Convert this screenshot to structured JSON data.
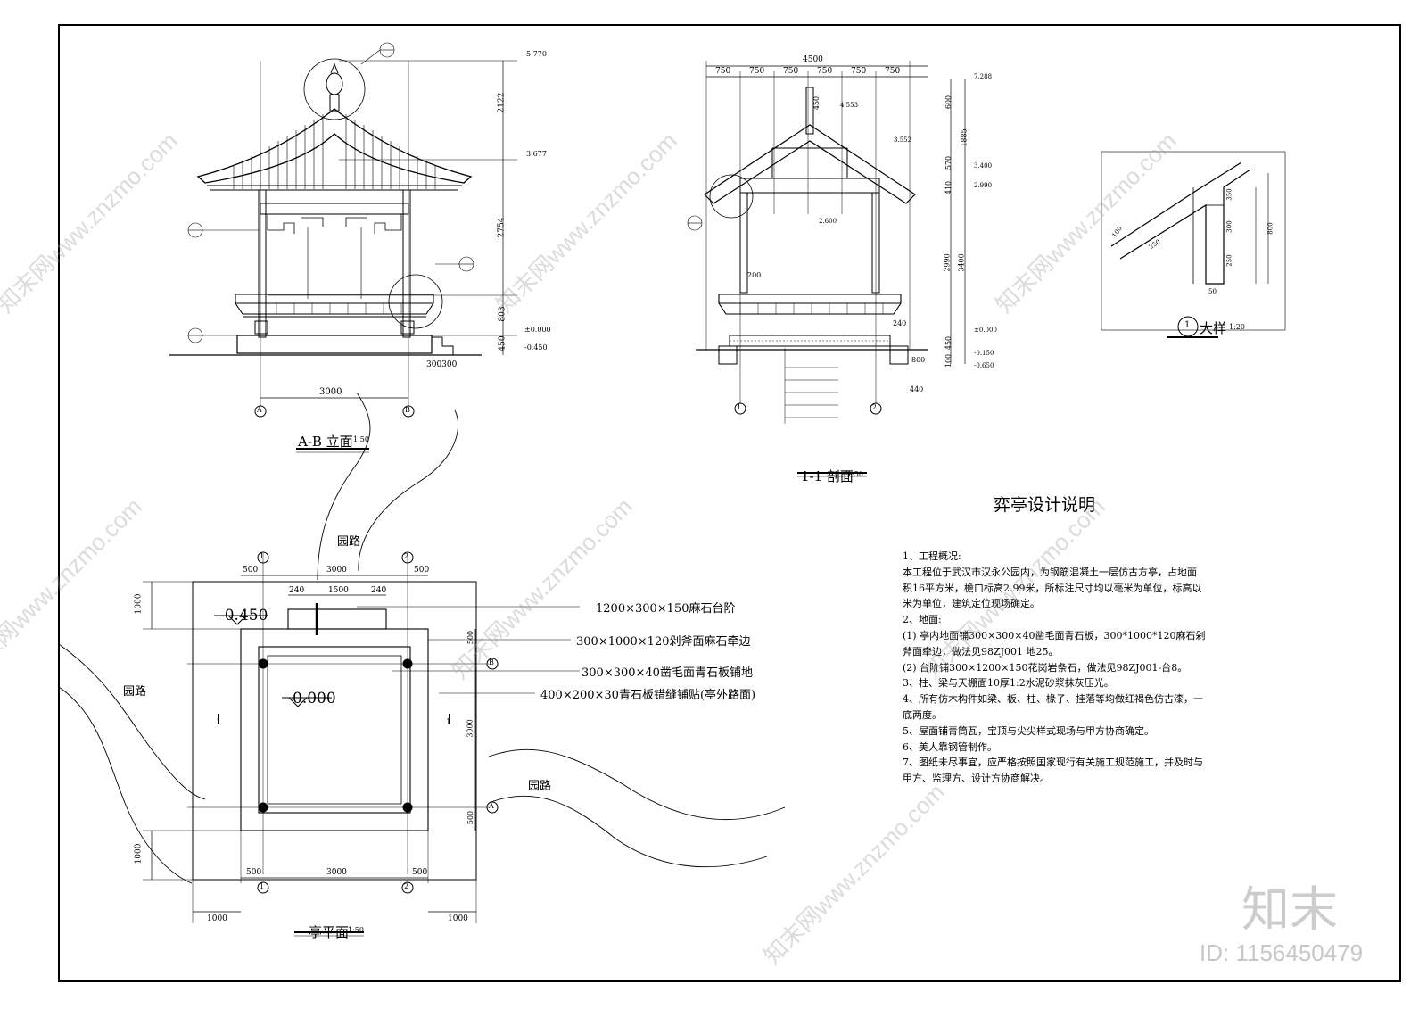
{
  "drawing": {
    "elevation": {
      "title": "A-B 立面",
      "scale": "1:50",
      "dims": {
        "top": "2122",
        "mid": "2754",
        "seat": "803",
        "base": "450",
        "width": "3000",
        "step": "300300"
      },
      "levels": {
        "top": "5.770",
        "eave": "3.677",
        "floor": "±0.000",
        "ground": "-0.450"
      },
      "axes": [
        "A",
        "B"
      ]
    },
    "section": {
      "title": "1-1 剖面",
      "scale": "1:50",
      "top_dim": "4500",
      "spans": [
        "750",
        "750",
        "750",
        "750",
        "750",
        "750"
      ],
      "right_dims": [
        "600",
        "1885",
        "570",
        "410",
        "2990",
        "3400",
        "450",
        "100"
      ],
      "levels": [
        "7.288",
        "4.553",
        "3.552",
        "3.400",
        "2.990",
        "2.600",
        "±0.000",
        "-0.150",
        "-0.650"
      ],
      "small_dims": [
        "200",
        "240",
        "440",
        "450",
        "800"
      ],
      "axes": [
        "1",
        "2"
      ]
    },
    "detail": {
      "title": "大样",
      "number": "1",
      "scale": "1:20",
      "dims": [
        "350",
        "300",
        "250",
        "800",
        "100",
        "50",
        "250"
      ]
    },
    "plan": {
      "title": "亭平面",
      "scale": "1:50",
      "paths": [
        "园路",
        "园路",
        "园路"
      ],
      "levels": {
        "step": "-0.450",
        "floor": "0.000"
      },
      "top_dims": [
        "500",
        "3000",
        "500"
      ],
      "step_dims": [
        "240",
        "1500",
        "240"
      ],
      "bottom_dims": [
        "500",
        "3000",
        "500"
      ],
      "outer_dims": [
        "1000",
        "1000"
      ],
      "left_dims": [
        "1000",
        "1000"
      ],
      "right_dims": [
        "500",
        "3000",
        "500"
      ],
      "axes": [
        "1",
        "2",
        "A",
        "B"
      ],
      "section_mark": "1",
      "callouts": [
        "1200×300×150麻石台阶",
        "300×1000×120剁斧面麻石牵边",
        "300×300×40凿毛面青石板铺地",
        "400×200×30青石板错缝铺贴(亭外路面)"
      ]
    },
    "notes": {
      "title": "弈亭设计说明",
      "lines": [
        "1、工程概况:",
        "本工程位于武汉市汉永公园内，为钢筋混凝土一层仿古方亭，占地面积16平方米，檐口标高2.99米，所标注尺寸均以毫米为单位，标高以米为单位，建筑定位现场确定。",
        "2、地面:",
        "(1) 亭内地面铺300×300×40凿毛面青石板，300*1000*120麻石剁斧面牵边，做法见98ZJ001 地25。",
        "(2) 台阶铺300×1200×150花岗岩条石，做法见98ZJ001-台8。",
        "3、柱、梁与天棚面10厚1:2水泥砂浆抹灰压光。",
        "4、所有仿木构件如梁、板、柱、椽子、挂落等均做红褐色仿古漆，一底两度。",
        "5、屋面铺青筒瓦，宝顶与尖尖样式现场与甲方协商确定。",
        "6、美人靠钢管制作。",
        "7、图纸未尽事宜，应严格按照国家现行有关施工规范施工，并及时与甲方、监理方、设计方协商解决。"
      ]
    }
  },
  "watermark": {
    "text": "知末网www.znzmo.com",
    "logo": "知末",
    "id": "ID: 1156450479"
  }
}
